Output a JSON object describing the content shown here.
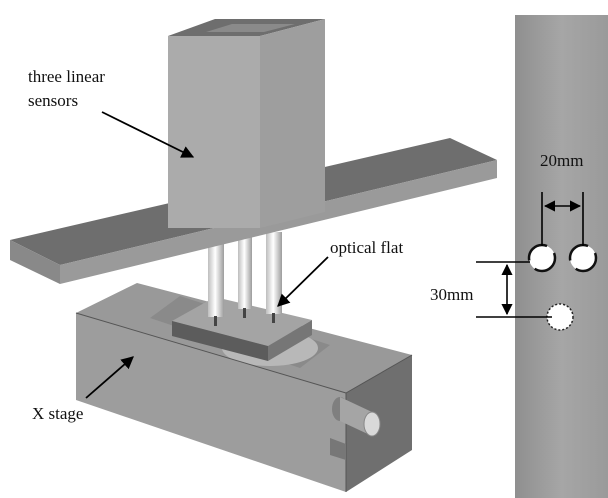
{
  "labels": {
    "sensors_line1": "three linear",
    "sensors_line2": "sensors",
    "optical_flat": "optical flat",
    "x_stage": "X stage",
    "horizontal_spacing": "20mm",
    "vertical_spacing": "30mm"
  },
  "colors": {
    "light_face": "#c4c4c4",
    "mid_face": "#9a9a9a",
    "dark_face": "#6e6e6e",
    "plate": "#9e9e9e",
    "hole": "#ffffff",
    "line": "#000000"
  }
}
